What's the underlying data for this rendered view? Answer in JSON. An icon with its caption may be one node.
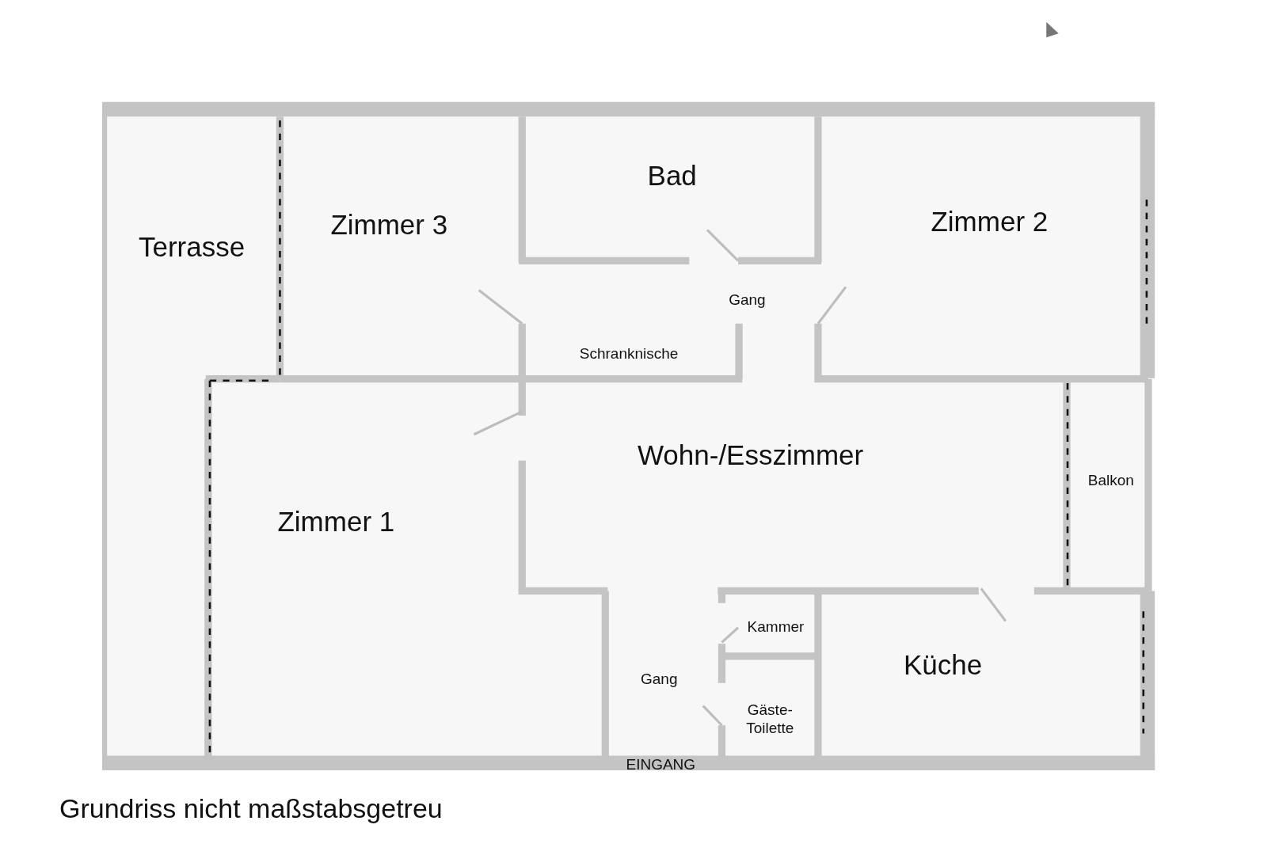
{
  "diagram": {
    "caption": "Grundriss nicht maßstabsgetreu",
    "labels": [
      "Bad",
      "Zimmer 3",
      "Zimmer 2",
      "Terrasse",
      "Gang",
      "Schranknische",
      "Wohn-/Esszimmer",
      "Balkon",
      "Zimmer 1",
      "Kammer",
      "Küche",
      "Gang",
      "Gäste- Toilette",
      "EINGANG"
    ]
  }
}
